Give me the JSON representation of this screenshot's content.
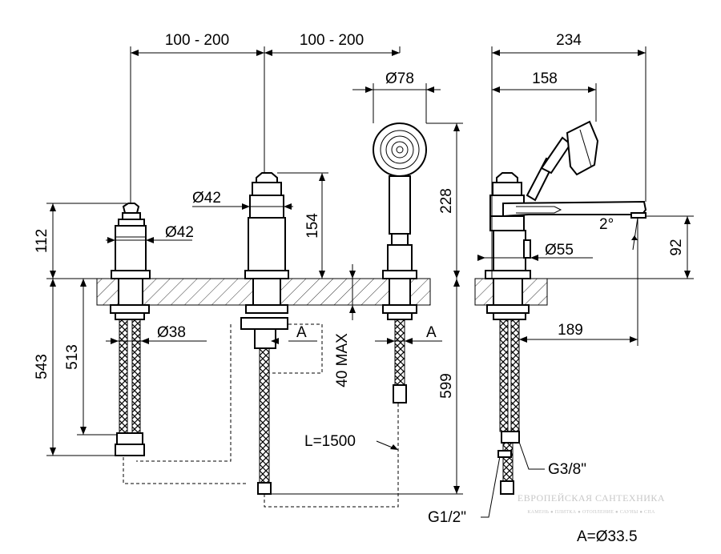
{
  "labels": {
    "width_left": "100 - 200",
    "width_middle": "100 - 200",
    "handshower_dia": "Ø78",
    "total_width": "234",
    "spout_width": "158",
    "height_left": "112",
    "dia_left_handle": "Ø42",
    "dia_mid_handle": "Ø42",
    "height_mid": "154",
    "height_handshower": "228",
    "angle": "2°",
    "height_spout": "92",
    "dia_spout_base": "Ø55",
    "dia_bottom": "Ø38",
    "a_mid": "A",
    "a_right": "A",
    "max_deck": "40 MAX",
    "below_deck_outer": "543",
    "below_deck_inner": "513",
    "below_deck_right": "599",
    "spout_reach": "189",
    "hose_length": "L=1500",
    "thread_small": "G3/8\"",
    "thread_large": "G1/2\"",
    "note_a": "A=Ø33.5"
  },
  "watermark": {
    "line1": "ЕВРОПЕЙСКАЯ САНТЕХНИКА",
    "line2": "КАМЕНЬ ● ПЛИТКА ● ОТОПЛЕНИЕ ● САУНЫ ● СПА"
  }
}
